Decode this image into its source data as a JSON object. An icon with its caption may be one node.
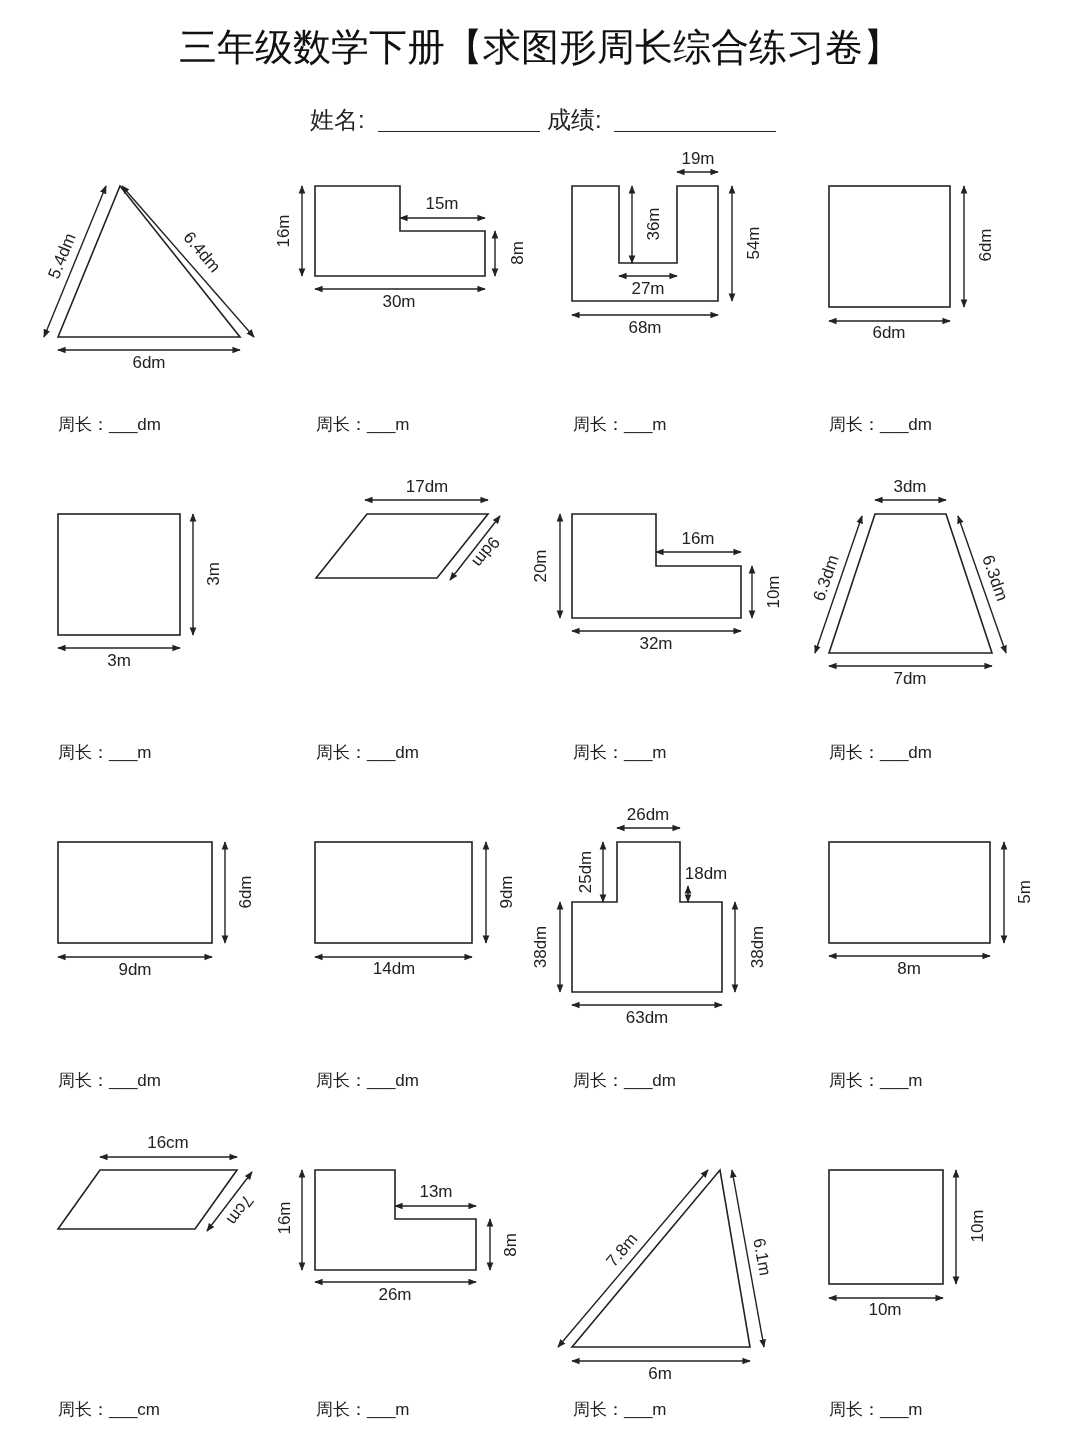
{
  "diagram": {
    "title": "三年级数学下册【求图形周长综合练习卷】",
    "nodes": [
      {
        "text": [],
        "shape": "triangle"
      },
      {
        "text": [],
        "shape": "polygon"
      },
      {
        "text": [],
        "shape": "polygon"
      },
      {
        "text": [],
        "shape": "square"
      },
      {
        "text": [],
        "shape": "square"
      },
      {
        "text": [],
        "shape": "parallelogram"
      },
      {
        "text": [],
        "shape": "polygon"
      },
      {
        "text": [],
        "shape": "trapezoid"
      },
      {
        "text": [],
        "shape": "rectangle"
      },
      {
        "text": [],
        "shape": "rectangle"
      },
      {
        "text": [],
        "shape": "polygon"
      },
      {
        "text": [],
        "shape": "rectangle"
      },
      {
        "text": [],
        "shape": "parallelogram"
      },
      {
        "text": [],
        "shape": "polygon"
      },
      {
        "text": [],
        "shape": "triangle"
      },
      {
        "text": [],
        "shape": "square"
      }
    ],
    "labels": [
      "姓名:",
      "成绩:",
      "5.4dm",
      "6.4dm",
      "6dm",
      "周长：___dm",
      "15m",
      "16m",
      "8m",
      "30m",
      "周长：___m",
      "19m",
      "36m",
      "27m",
      "54m",
      "68m",
      "周长：___m",
      "6dm",
      "6dm",
      "周长：___dm",
      "3m",
      "3m",
      "周长：___m",
      "17dm",
      "9dm",
      "周长：___dm",
      "16m",
      "20m",
      "10m",
      "32m",
      "周长：___m",
      "3dm",
      "6.3dm",
      "6.3dm",
      "7dm",
      "周长：___dm",
      "6dm",
      "9dm",
      "周长：___dm",
      "9dm",
      "14dm",
      "周长：___dm",
      "26dm",
      "25dm",
      "18dm",
      "38dm",
      "38dm",
      "63dm",
      "周长：___dm",
      "5m",
      "8m",
      "周长：___m",
      "16cm",
      "7cm",
      "周长：___cm",
      "13m",
      "16m",
      "8m",
      "26m",
      "周长：___m",
      "7.8m",
      "6.1m",
      "6m",
      "周长：___m",
      "10m",
      "10m",
      "周长：___m"
    ]
  }
}
